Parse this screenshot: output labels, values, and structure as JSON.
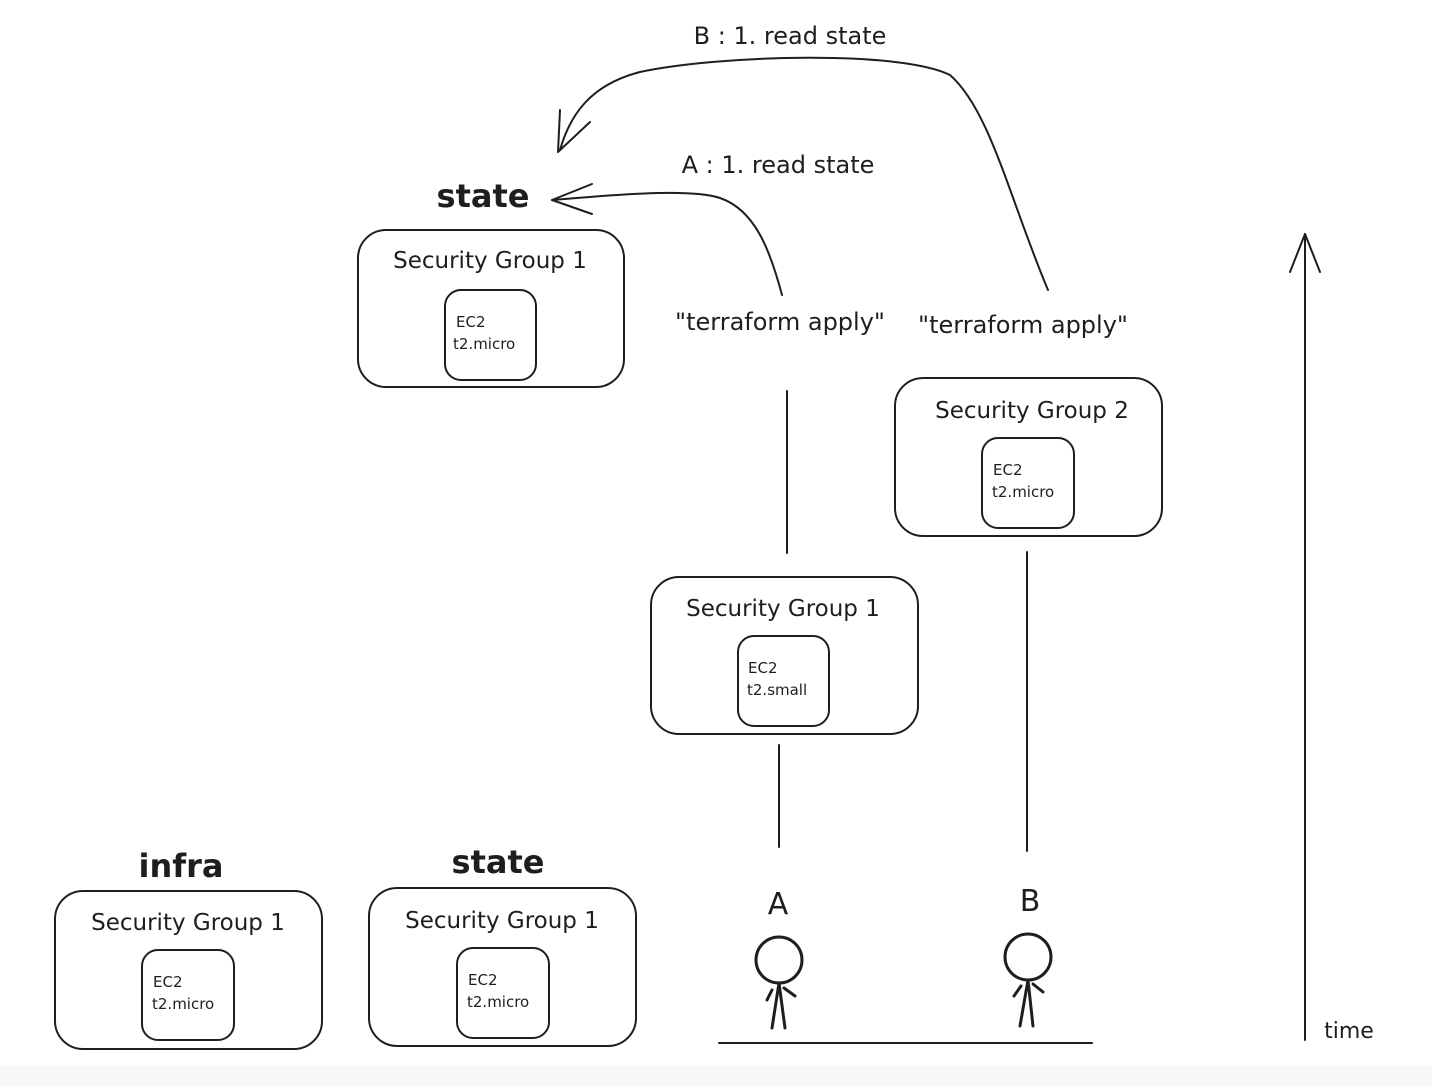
{
  "labels": {
    "top_state": "state",
    "bottom_infra": "infra",
    "bottom_state": "state",
    "arrow_b": "B : 1. read state",
    "arrow_a": "A : 1. read state",
    "apply_a": "\"terraform apply\"",
    "apply_b": "\"terraform apply\"",
    "time": "time"
  },
  "users": {
    "a": "A",
    "b": "B"
  },
  "groups": {
    "top_state": {
      "title": "Security Group 1",
      "ec2": "EC2",
      "type": "t2.micro"
    },
    "b_result": {
      "title": "Security Group 2",
      "ec2": "EC2",
      "type": "t2.micro"
    },
    "a_result": {
      "title": "Security Group 1",
      "ec2": "EC2",
      "type": "t2.small"
    },
    "infra": {
      "title": "Security Group 1",
      "ec2": "EC2",
      "type": "t2.micro"
    },
    "bottom_state": {
      "title": "Security Group 1",
      "ec2": "EC2",
      "type": "t2.micro"
    }
  }
}
